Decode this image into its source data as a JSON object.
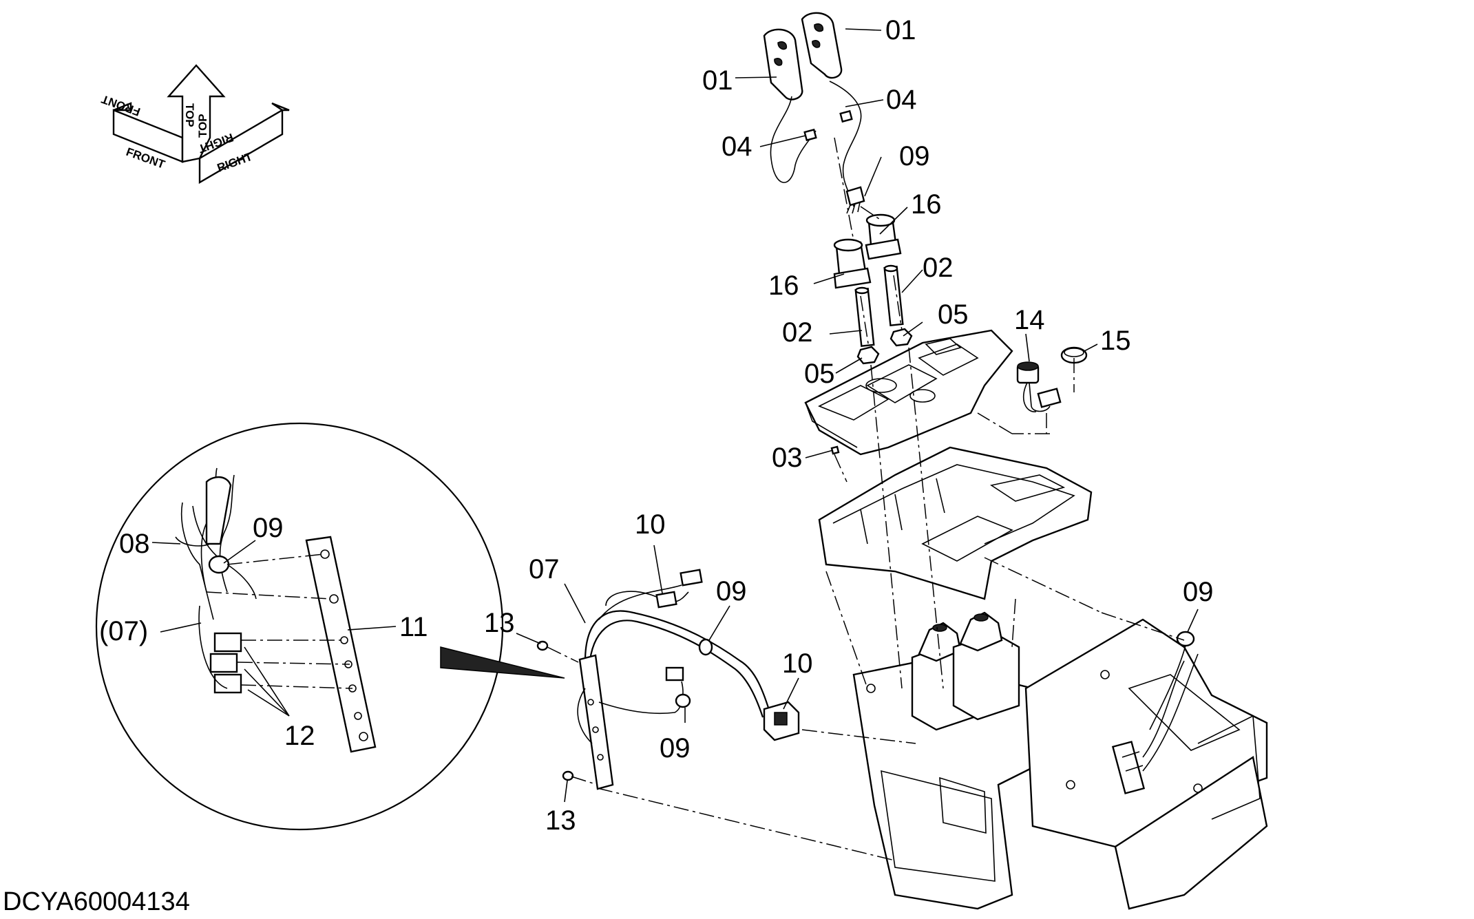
{
  "drawing_code": "DCYA60004134",
  "orientation": {
    "front": "FRONT",
    "top": "TOP",
    "right": "RIGHT"
  },
  "callouts": {
    "c01a": "01",
    "c01b": "01",
    "c02a": "02",
    "c02b": "02",
    "c03": "03",
    "c04a": "04",
    "c04b": "04",
    "c05a": "05",
    "c05b": "05",
    "c07": "07",
    "c07p": "(07)",
    "c08": "08",
    "c09a": "09",
    "c09b": "09",
    "c09c": "09",
    "c09d": "09",
    "c09e": "09",
    "c10a": "10",
    "c10b": "10",
    "c11": "11",
    "c12": "12",
    "c13a": "13",
    "c13b": "13",
    "c14": "14",
    "c15": "15",
    "c16a": "16",
    "c16b": "16"
  }
}
